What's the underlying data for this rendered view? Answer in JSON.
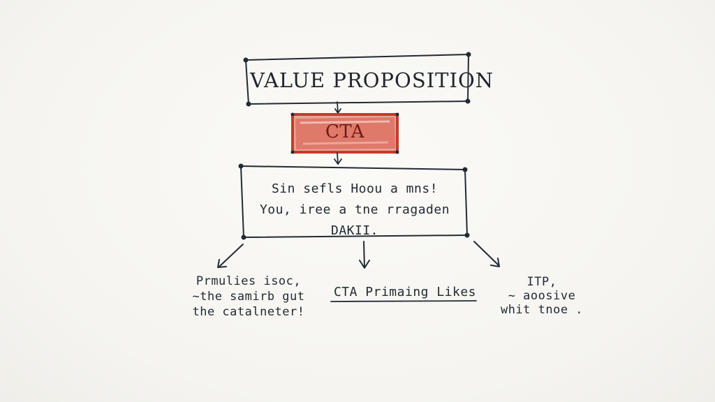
{
  "diagram": {
    "title_box": {
      "label": "VALUE PROPOSITION"
    },
    "cta_box": {
      "label": "CTA",
      "color": "#d84a3a"
    },
    "message_box": {
      "lines": [
        "Sin sefls Hoou a mns!",
        "You, iree a tne rragaden",
        "DAKII."
      ]
    },
    "left_note": {
      "lines": [
        "Prmulies isoc,",
        "~the samirb gut",
        "the catalneter!"
      ]
    },
    "center_note": {
      "label": "CTA Primaing Likes"
    },
    "right_note": {
      "lines": [
        "ITP,",
        "~ aoosive",
        "whit tnoe ."
      ]
    },
    "ink_color": "#222a33"
  }
}
